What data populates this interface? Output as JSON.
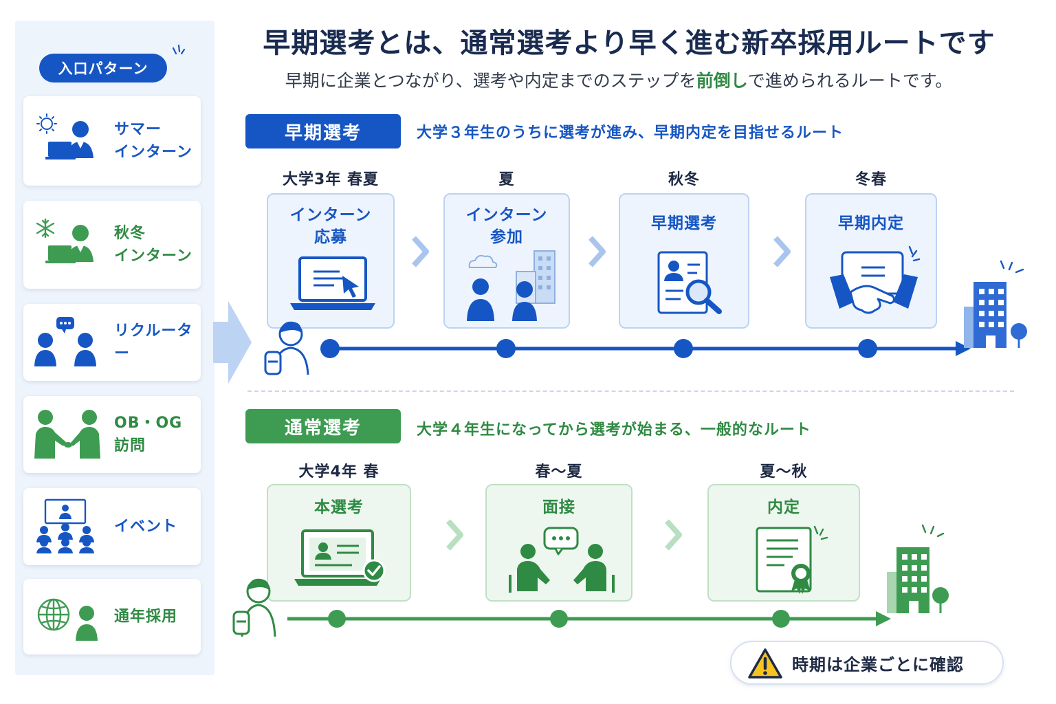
{
  "sidebar": {
    "title": "入口パターン",
    "items": [
      {
        "label": "サマー\nインターン",
        "color": "blue",
        "icon": "summer-intern-icon"
      },
      {
        "label": "秋冬\nインターン",
        "color": "green",
        "icon": "autumn-winter-intern-icon"
      },
      {
        "label": "リクルーター",
        "color": "blue",
        "icon": "recruiter-icon"
      },
      {
        "label": "OB・OG\n訪問",
        "color": "green",
        "icon": "alumni-visit-icon"
      },
      {
        "label": "イベント",
        "color": "blue",
        "icon": "event-icon"
      },
      {
        "label": "通年採用",
        "color": "green",
        "icon": "year-round-hiring-icon"
      }
    ]
  },
  "header": {
    "title": "早期選考とは、通常選考より早く進む新卒採用ルートです",
    "subtitle_before": "早期に企業とつながり、選考や内定までのステップを",
    "subtitle_highlight": "前倒し",
    "subtitle_after": "で進められるルートです。"
  },
  "early": {
    "badge": "早期選考",
    "description": "大学３年生のうちに選考が進み、早期内定を目指せるルート",
    "steps": [
      {
        "period": "大学3年 春夏",
        "title": "インターン\n応募",
        "icon": "laptop-cursor-icon"
      },
      {
        "period": "夏",
        "title": "インターン\n参加",
        "icon": "people-office-icon"
      },
      {
        "period": "秋冬",
        "title": "早期選考",
        "icon": "document-search-icon"
      },
      {
        "period": "冬春",
        "title": "早期内定",
        "icon": "handshake-icon"
      }
    ]
  },
  "regular": {
    "badge": "通常選考",
    "description": "大学４年生になってから選考が始まる、一般的なルート",
    "steps": [
      {
        "period": "大学4年 春",
        "title": "本選考",
        "icon": "laptop-profile-icon"
      },
      {
        "period": "春～夏",
        "title": "面接",
        "icon": "interview-icon"
      },
      {
        "period": "夏～秋",
        "title": "内定",
        "icon": "certificate-icon"
      }
    ]
  },
  "note": {
    "text": "時期は企業ごとに確認",
    "icon": "warning-icon"
  },
  "colors": {
    "blue": "#1656c4",
    "green": "#3e9c52",
    "light_blue": "#eef4fd",
    "light_green": "#eef7ef"
  }
}
